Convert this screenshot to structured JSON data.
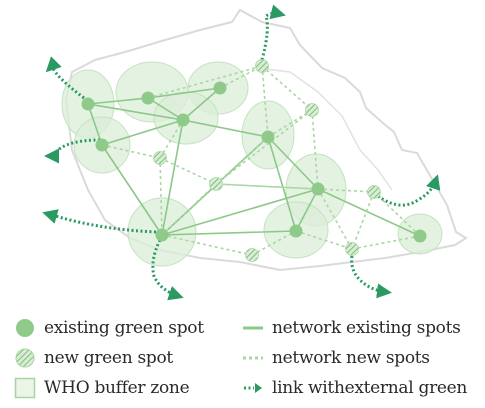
{
  "legend": {
    "existing_spot": "existing green spot",
    "new_spot": "new green spot",
    "buffer_zone": "WHO buffer zone",
    "network_existing": "network existing spots",
    "network_new": "network new spots",
    "link_external": "link withexternal green"
  },
  "colors": {
    "existing_node": "#8fca8b",
    "new_node_fill": "#d9ecd5",
    "new_node_hatch": "#7fbf7b",
    "buffer_fill": "#dbeed8",
    "buffer_stroke": "#a8d4a3",
    "network_existing": "#8cc888",
    "network_new": "#a9d7a3",
    "external_link": "#2a9a62",
    "boundary": "#dadada"
  }
}
